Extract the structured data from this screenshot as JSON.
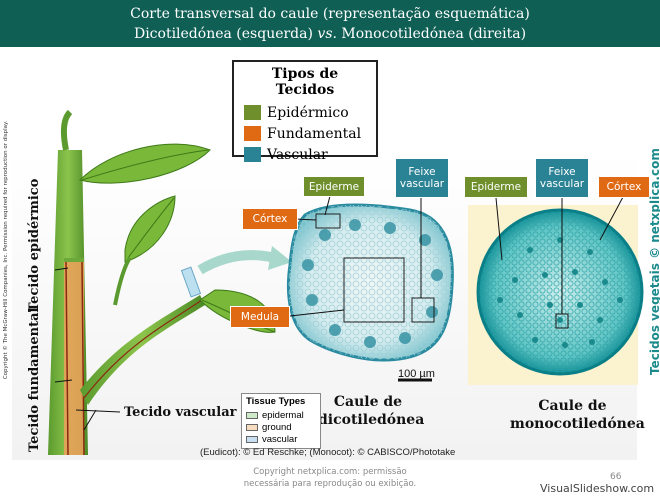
{
  "title": {
    "line1": "Corte transversal do caule (representação esquemática)",
    "line2_prefix": "Dicotiledónea (esquerda) ",
    "line2_vs": "vs.",
    "line2_suffix": " Monocotiledónea (direita)"
  },
  "side_copyright": "Copyright © The McGraw-Hill Companies, Inc. Permission required for reproduction or display.",
  "legend": {
    "title": "Tipos de Tecidos",
    "items": [
      {
        "label": "Epidérmico",
        "color": "#6e8f2b"
      },
      {
        "label": "Fundamental",
        "color": "#e06a14"
      },
      {
        "label": "Vascular",
        "color": "#2a8295"
      }
    ]
  },
  "labels": {
    "tecido_epidermico": "Tecido epidérmico",
    "tecido_fundamental": "Tecido fundamental",
    "tecido_vascular": "Tecido vascular",
    "dicot_epiderme": "Epiderme",
    "dicot_cortex": "Córtex",
    "dicot_feixe": "Feixe vascular",
    "dicot_medula": "Medula",
    "mono_epiderme": "Epiderme",
    "mono_feixe": "Feixe vascular",
    "mono_cortex": "Córtex",
    "scale": "100 µm"
  },
  "captions": {
    "dicot": "Caule de dicotiledónea",
    "mono": "Caule de monocotiledónea"
  },
  "tissue_types": {
    "title": "Tissue Types",
    "items": [
      {
        "label": "epidermal",
        "color": "#cfeac8"
      },
      {
        "label": "ground",
        "color": "#f7dcc0"
      },
      {
        "label": "vascular",
        "color": "#c9dff2"
      }
    ]
  },
  "credit": "(Eudicot): © Ed Reschke; (Monocot): © CABISCO/Phototake",
  "footer_copyright": "Copyright netxplica.com: permissão necessária para reprodução ou exibição.",
  "page_number": "66",
  "watermark": "VisualSlideshow.com",
  "vertical_watermark": "Tecidos vegetais © netxplica.com"
}
